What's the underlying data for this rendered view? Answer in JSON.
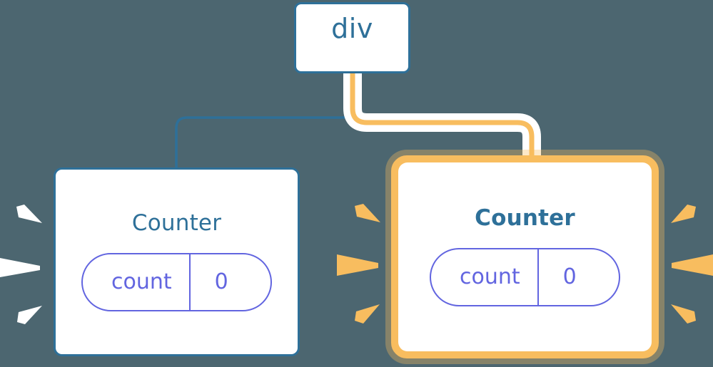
{
  "diagram": {
    "type": "component-tree",
    "background_color": "#4c6670",
    "description": "React component tree showing a div parent with two Counter children; the right Counter is highlighted as re-rendering"
  },
  "colors": {
    "background": "#4c6670",
    "blue": "#2e7099",
    "highlight_orange": "#f8bd5f",
    "highlight_glow": "#fbdfac",
    "state_purple": "#6265e0",
    "node_fill": "#ffffff",
    "spark_white": "#ffffff"
  },
  "nodes": {
    "root": {
      "label": "div",
      "kind": "element",
      "highlighted": false
    },
    "child_left": {
      "label": "Counter",
      "kind": "component",
      "highlighted": false,
      "bold_title": false,
      "state": {
        "key": "count",
        "value": "0"
      }
    },
    "child_right": {
      "label": "Counter",
      "kind": "component",
      "highlighted": true,
      "bold_title": true,
      "state": {
        "key": "count",
        "value": "0"
      }
    }
  },
  "edges": [
    {
      "from": "div",
      "to": "Counter-left",
      "color": "#2e7099",
      "style": "thin"
    },
    {
      "from": "div",
      "to": "Counter-right",
      "color": "#f8bd5f",
      "style": "thick-haloed"
    }
  ],
  "sparks": {
    "left_node": {
      "color": "#ffffff",
      "count": 3,
      "side": "left"
    },
    "right_node_left": {
      "color": "#f8bd5f",
      "count": 3,
      "side": "left"
    },
    "right_node_right": {
      "color": "#f8bd5f",
      "count": 3,
      "side": "right"
    }
  }
}
